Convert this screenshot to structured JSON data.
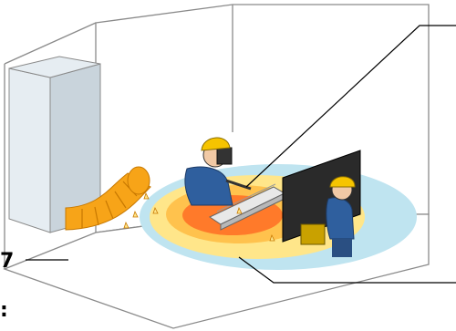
{
  "figure": {
    "edge_glyphs": {
      "top_partial": "",
      "left_mark": "7",
      "bottom_left": ":"
    }
  },
  "colors": {
    "room_line": "#8a8a8a",
    "floor": "#ffffff",
    "zone_outer": "#bfe4f0",
    "zone_mid": "#ffe68a",
    "zone_inner": "#ffc24d",
    "zone_core": "#ff7a2a",
    "duct": "#f7a418",
    "duct_edge": "#c77800",
    "unit_front": "#c9d4dc",
    "unit_side": "#e6edf2",
    "helmet": "#f6c400",
    "suit": "#2f5f9e",
    "screen": "#2a2a2a",
    "box": "#c9a100",
    "leader": "#000000"
  },
  "callouts": [
    {
      "target": "welding-torch",
      "direction": "upper-right"
    },
    {
      "target": "floor-zone",
      "direction": "lower-right"
    },
    {
      "target": "duct",
      "direction": "left"
    }
  ]
}
